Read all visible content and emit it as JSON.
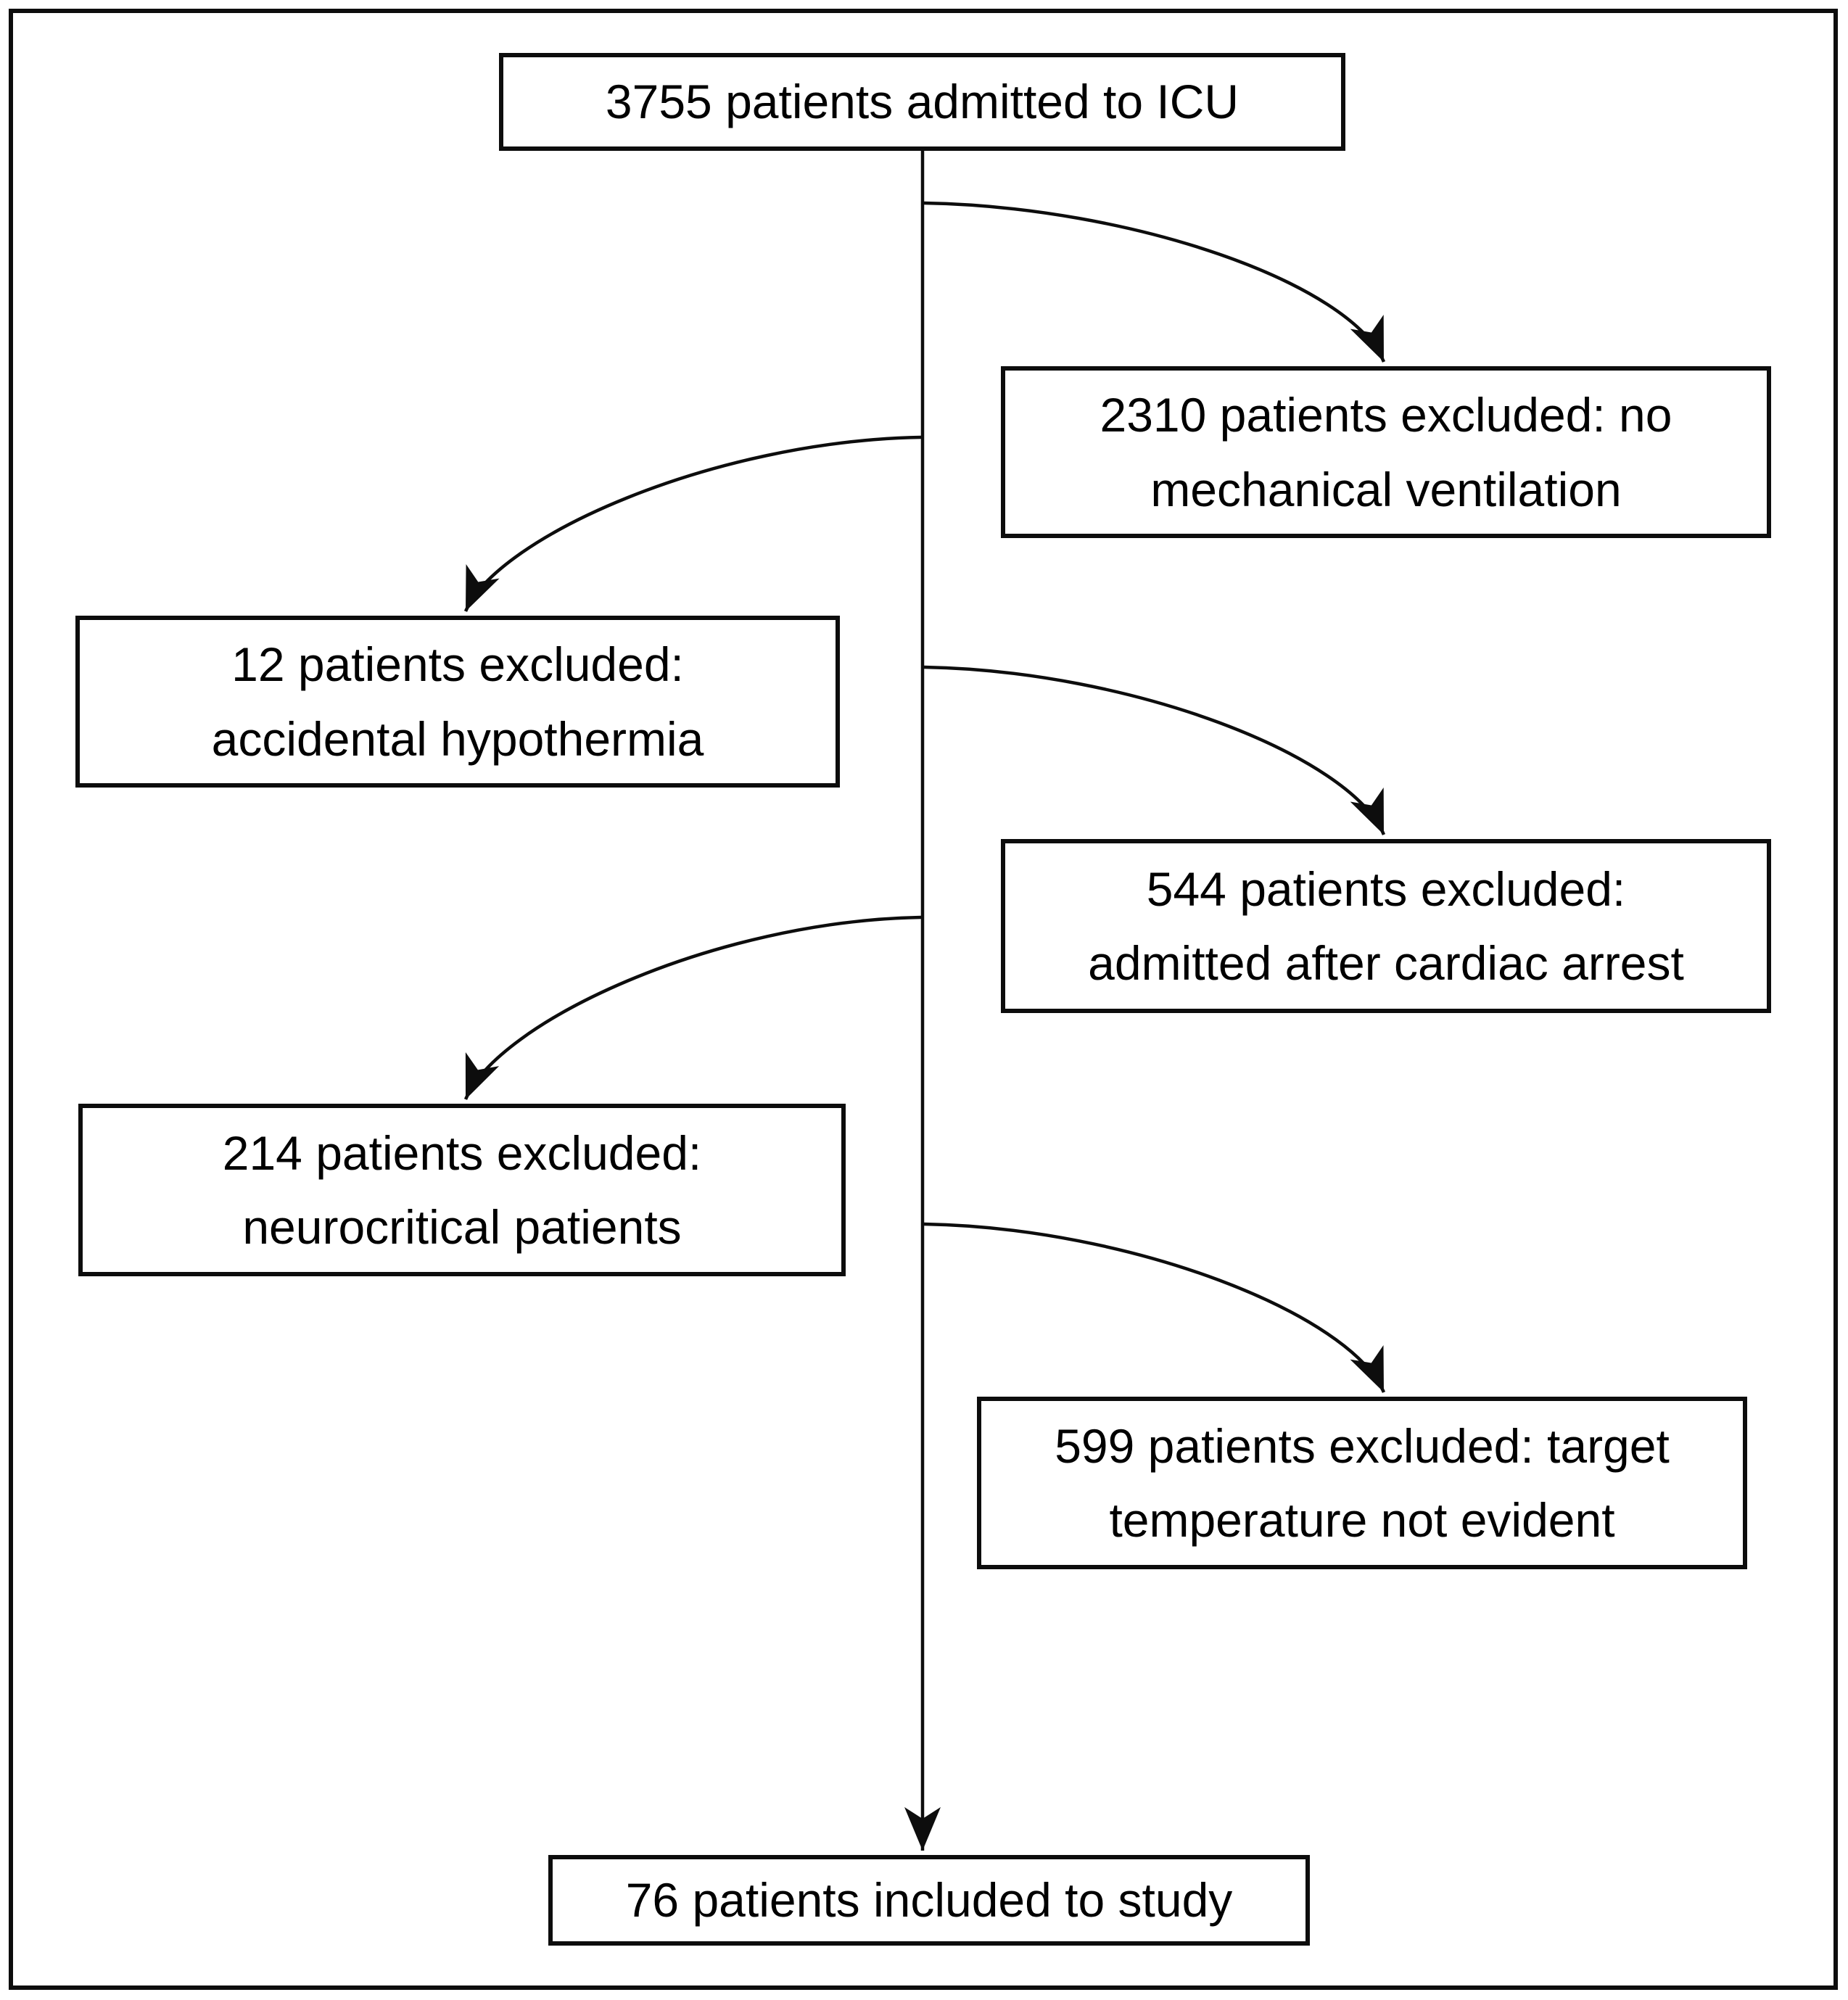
{
  "colors": {
    "ink": "#000000",
    "line": "#0d0d0d",
    "background": "#ffffff"
  },
  "nodes": [
    {
      "id": "admitted-to-icu",
      "lines": [
        "3755 patients admitted to ICU"
      ]
    },
    {
      "id": "excluded-no-mechanical-ventilation",
      "lines": [
        "2310 patients excluded: no",
        "mechanical ventilation"
      ]
    },
    {
      "id": "excluded-accidental-hypothermia",
      "lines": [
        "12 patients excluded:",
        "accidental hypothermia"
      ]
    },
    {
      "id": "excluded-admitted-after-cardiac-arrest",
      "lines": [
        "544 patients excluded:",
        "admitted after cardiac arrest"
      ]
    },
    {
      "id": "excluded-neurocritical-patients",
      "lines": [
        "214 patients excluded:",
        "neurocritical patients"
      ]
    },
    {
      "id": "excluded-target-temperature-not-evident",
      "lines": [
        "599 patients excluded: target",
        "temperature not evident"
      ]
    },
    {
      "id": "included-to-study",
      "lines": [
        "76 patients included to study"
      ]
    }
  ],
  "edges": [
    {
      "from": "admitted-to-icu",
      "to": "excluded-no-mechanical-ventilation"
    },
    {
      "from": "admitted-to-icu",
      "to": "excluded-accidental-hypothermia"
    },
    {
      "from": "admitted-to-icu",
      "to": "excluded-admitted-after-cardiac-arrest"
    },
    {
      "from": "admitted-to-icu",
      "to": "excluded-neurocritical-patients"
    },
    {
      "from": "admitted-to-icu",
      "to": "excluded-target-temperature-not-evident"
    },
    {
      "from": "admitted-to-icu",
      "to": "included-to-study"
    }
  ]
}
